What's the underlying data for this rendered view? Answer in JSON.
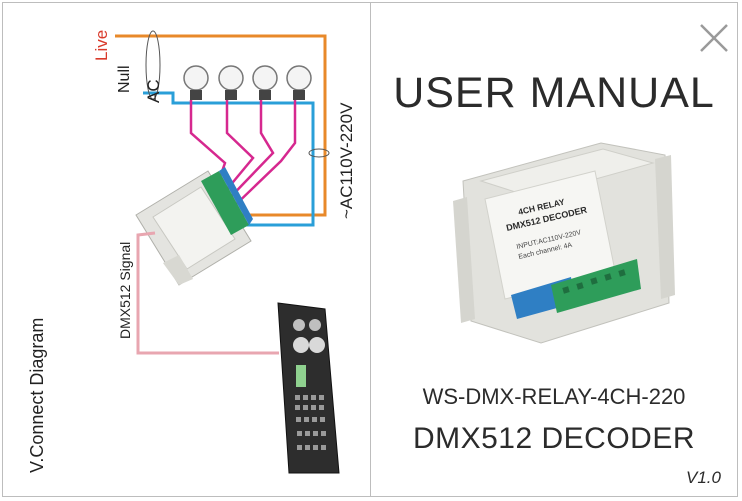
{
  "left_page": {
    "vertical_title": "V.Connect Diagram",
    "label_live": "Live",
    "label_null": "Null",
    "label_ac": "AC",
    "label_voltage": "~AC110V-220V",
    "label_signal": "DMX512 Signal"
  },
  "right_page": {
    "title": "USER MANUAL",
    "model": "WS-DMX-RELAY-4CH-220",
    "product": "DMX512 DECODER",
    "version": "V1.0",
    "device_line1": "4CH RELAY",
    "device_line2": "DMX512 DECODER",
    "device_input": "INPUT:AC110V-220V",
    "device_channel": "Each channel: 4A"
  },
  "colors": {
    "live_wire": "#e8892a",
    "null_wire": "#2a9fd8",
    "lamp_wire": "#d6288f",
    "signal_wire": "#e8a6b0",
    "live_text": "#d93a2b",
    "terminal_green": "#2e9d5a",
    "terminal_blue": "#2f7fc4"
  },
  "icons": {
    "close": "close-icon",
    "bulb": "light-bulb-icon"
  }
}
